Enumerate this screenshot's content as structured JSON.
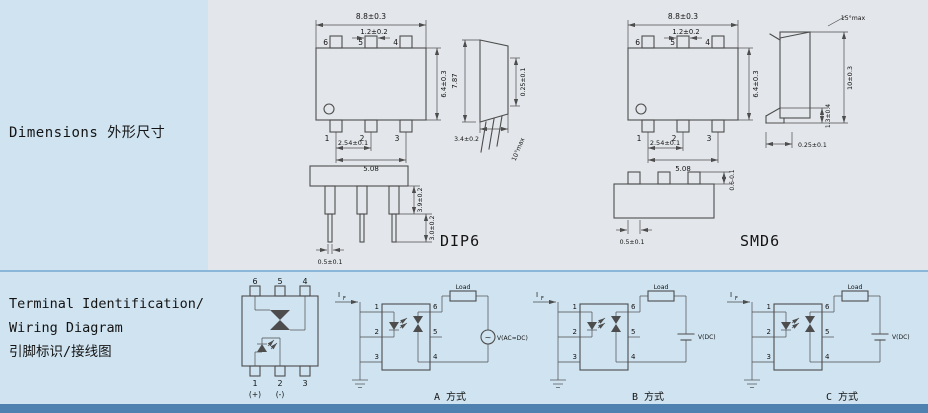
{
  "sections": {
    "dimensions_label": "Dimensions 外形尺寸",
    "terminal_line1": "Terminal Identification/",
    "terminal_line2": "Wiring Diagram",
    "terminal_line3": "引脚标识/接线图"
  },
  "colors": {
    "left_panel": "#cfe3f0",
    "drawing_panel": "#e3e6ea",
    "divider": "#8ab6d9",
    "footer_bar": "#4e80b0",
    "line": "#4d4d4d"
  },
  "dip6": {
    "label": "DIP6",
    "top": {
      "dim_width": "8.8±0.3",
      "dim_pin_width": "1.2±0.2",
      "dim_body_height": "6.4±0.3",
      "dim_pitch": "2.54±0.1",
      "dim_span": "5.08",
      "pin6": "6",
      "pin5": "5",
      "pin4": "4",
      "pin1": "1",
      "pin2": "2",
      "pin3": "3"
    },
    "side": {
      "dim_width": "7.87",
      "dim_lead_thickness": "0.25±0.1",
      "dim_body": "3.4±0.2",
      "dim_angle": "10°max"
    },
    "front": {
      "dim_shoulder": "3.9±0.2",
      "dim_lead": "3.0±0.2",
      "dim_pin_width": "0.5±0.1"
    }
  },
  "smd6": {
    "label": "SMD6",
    "top": {
      "dim_width": "8.8±0.3",
      "dim_pin_width": "1.2±0.2",
      "dim_body_height": "6.4±0.3",
      "dim_pitch": "2.54±0.1",
      "dim_span": "5.08",
      "pin6": "6",
      "pin5": "5",
      "pin4": "4",
      "pin1": "1",
      "pin2": "2",
      "pin3": "3"
    },
    "side": {
      "dim_angle": "15°max",
      "dim_foot_height": "1.3±0.4",
      "dim_span": "10±0.3",
      "dim_lead_thickness": "0.25±0.1"
    },
    "bottom": {
      "dim_pin_width": "0.5±0.1",
      "dim_foot": "0.6-0.1"
    }
  },
  "pin_diagram": {
    "pin6": "6",
    "pin5": "5",
    "pin4": "4",
    "pin1": "1",
    "pin2": "2",
    "pin3": "3",
    "plus": "(+)",
    "minus": "(-)"
  },
  "circuits": [
    {
      "label": "A 方式",
      "current": "I",
      "current_sub": "F",
      "load": "Load",
      "source": "V(AC≈DC)",
      "ac_symbol": "~",
      "pin1": "1",
      "pin2": "2",
      "pin3": "3",
      "pin4": "4",
      "pin5": "5",
      "pin6": "6"
    },
    {
      "label": "B 方式",
      "current": "I",
      "current_sub": "F",
      "load": "Load",
      "source": "V(DC)",
      "pin1": "1",
      "pin2": "2",
      "pin3": "3",
      "pin4": "4",
      "pin5": "5",
      "pin6": "6"
    },
    {
      "label": "C 方式",
      "current": "I",
      "current_sub": "F",
      "load": "Load",
      "source": "V(DC)",
      "pin1": "1",
      "pin2": "2",
      "pin3": "3",
      "pin4": "4",
      "pin5": "5",
      "pin6": "6"
    }
  ]
}
